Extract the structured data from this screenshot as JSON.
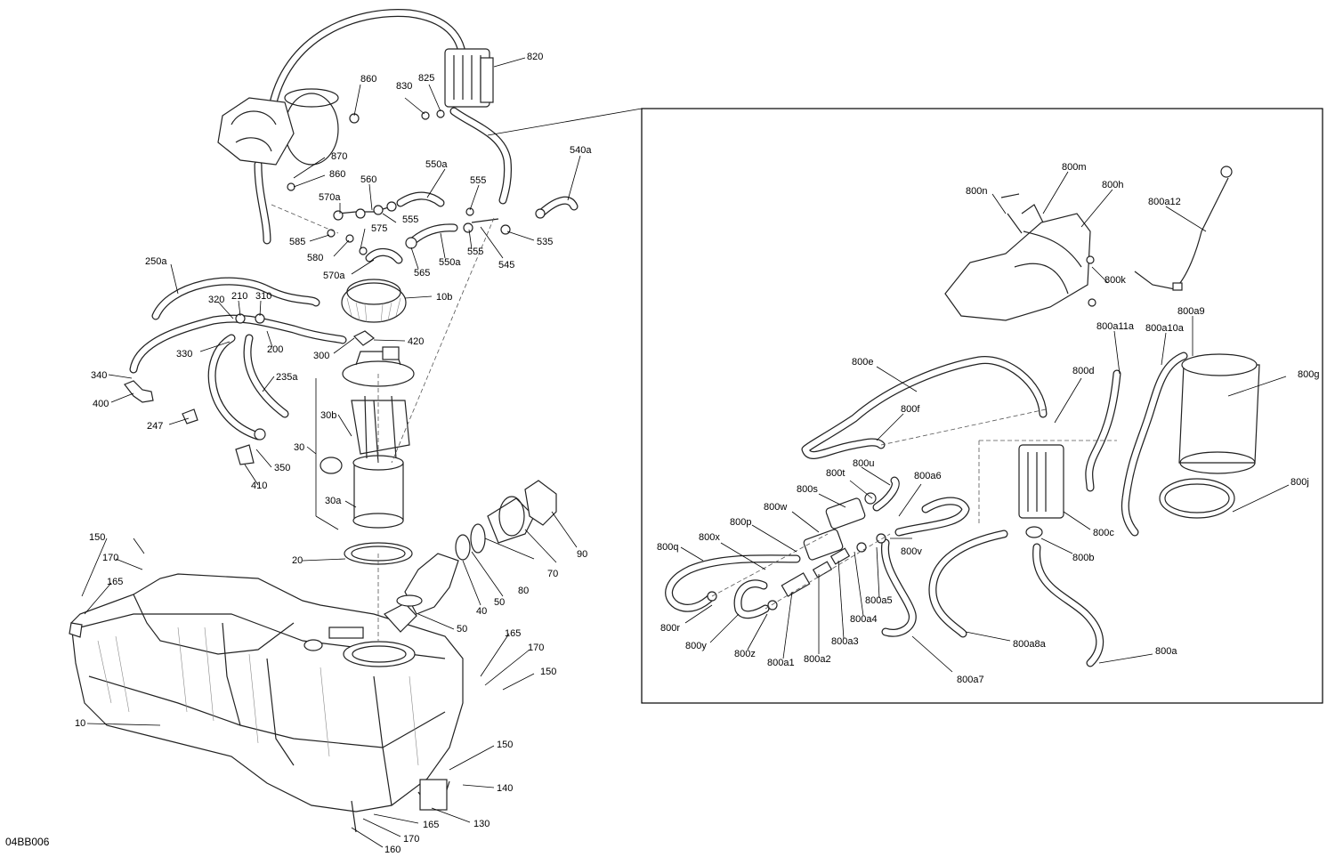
{
  "drawing_code": "04BB006",
  "labels": {
    "p10": "10",
    "p10b": "10b",
    "p20": "20",
    "p30": "30",
    "p30a": "30a",
    "p30b": "30b",
    "p40": "40",
    "p50a": "50",
    "p50b": "50",
    "p70": "70",
    "p80": "80",
    "p90": "90",
    "p130": "130",
    "p140": "140",
    "p150a": "150",
    "p150b": "150",
    "p150c": "150",
    "p160": "160",
    "p165a": "165",
    "p165b": "165",
    "p165c": "165",
    "p170a": "170",
    "p170b": "170",
    "p170c": "170",
    "p200": "200",
    "p210": "210",
    "p235a": "235a",
    "p247": "247",
    "p250a": "250a",
    "p300": "300",
    "p310": "310",
    "p320": "320",
    "p330": "330",
    "p340": "340",
    "p350": "350",
    "p400": "400",
    "p410": "410",
    "p420": "420",
    "p535": "535",
    "p540a": "540a",
    "p545": "545",
    "p550a1": "550a",
    "p550a2": "550a",
    "p555a": "555",
    "p555b": "555",
    "p555c": "555",
    "p560": "560",
    "p565": "565",
    "p570a1": "570a",
    "p570a2": "570a",
    "p575": "575",
    "p580": "580",
    "p585": "585",
    "p820": "820",
    "p825": "825",
    "p830": "830",
    "p860a": "860",
    "p860b": "860",
    "p870": "870",
    "p800a": "800a",
    "p800a1": "800a1",
    "p800a2": "800a2",
    "p800a3": "800a3",
    "p800a4": "800a4",
    "p800a5": "800a5",
    "p800a6": "800a6",
    "p800a7": "800a7",
    "p800a8a": "800a8a",
    "p800a9": "800a9",
    "p800a10a": "800a10a",
    "p800a11a": "800a11a",
    "p800a12": "800a12",
    "p800b": "800b",
    "p800c": "800c",
    "p800d": "800d",
    "p800e": "800e",
    "p800f": "800f",
    "p800g": "800g",
    "p800h": "800h",
    "p800j": "800j",
    "p800k": "800k",
    "p800m": "800m",
    "p800n": "800n",
    "p800p": "800p",
    "p800q": "800q",
    "p800r": "800r",
    "p800s": "800s",
    "p800t": "800t",
    "p800u": "800u",
    "p800v": "800v",
    "p800w": "800w",
    "p800x": "800x",
    "p800y": "800y",
    "p800z": "800z"
  }
}
